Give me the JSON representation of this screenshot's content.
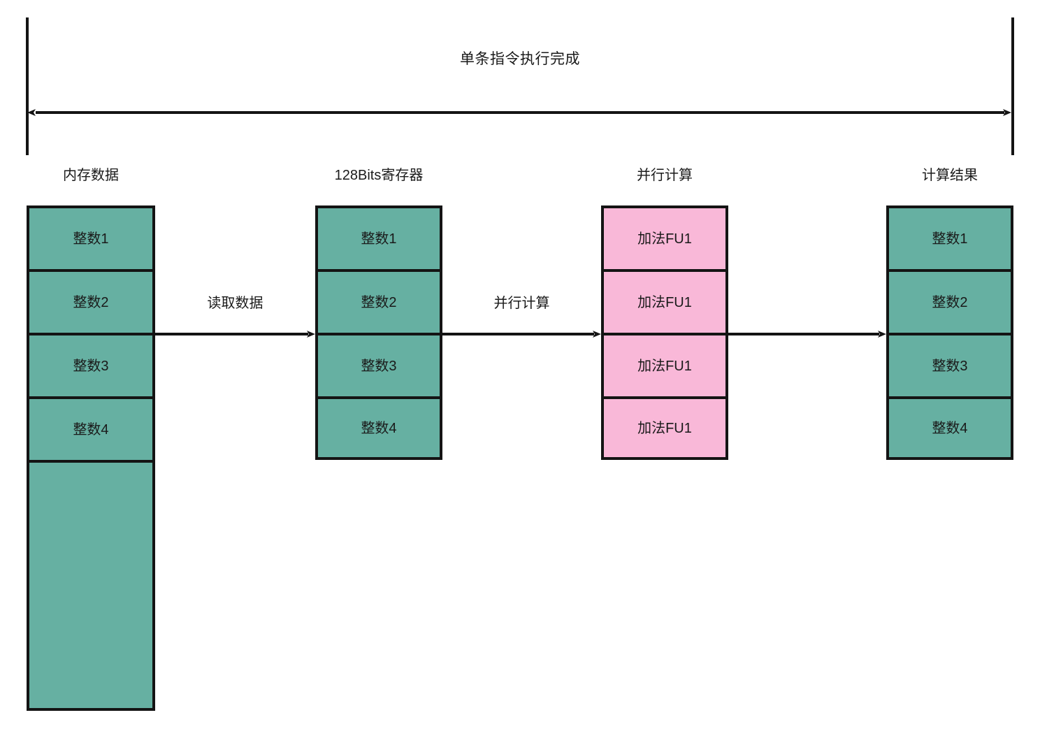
{
  "diagram": {
    "span": {
      "title": "单条指令执行完成"
    },
    "columns": [
      {
        "header": "内存数据",
        "color": "#66b0a2",
        "cells": [
          "整数1",
          "整数2",
          "整数3",
          "整数4",
          ""
        ]
      },
      {
        "header": "128Bits寄存器",
        "color": "#66b0a2",
        "cells": [
          "整数1",
          "整数2",
          "整数3",
          "整数4"
        ]
      },
      {
        "header": "并行计算",
        "color": "#f9b8d8",
        "cells": [
          "加法FU1",
          "加法FU1",
          "加法FU1",
          "加法FU1"
        ]
      },
      {
        "header": "计算结果",
        "color": "#66b0a2",
        "cells": [
          "整数1",
          "整数2",
          "整数3",
          "整数4"
        ]
      }
    ],
    "flows": [
      {
        "label": "读取数据"
      },
      {
        "label": "并行计算"
      },
      {
        "label": ""
      }
    ],
    "colors": {
      "teal": "#66b0a2",
      "pink": "#f9b8d8",
      "stroke": "#141414",
      "background": "#ffffff"
    }
  }
}
